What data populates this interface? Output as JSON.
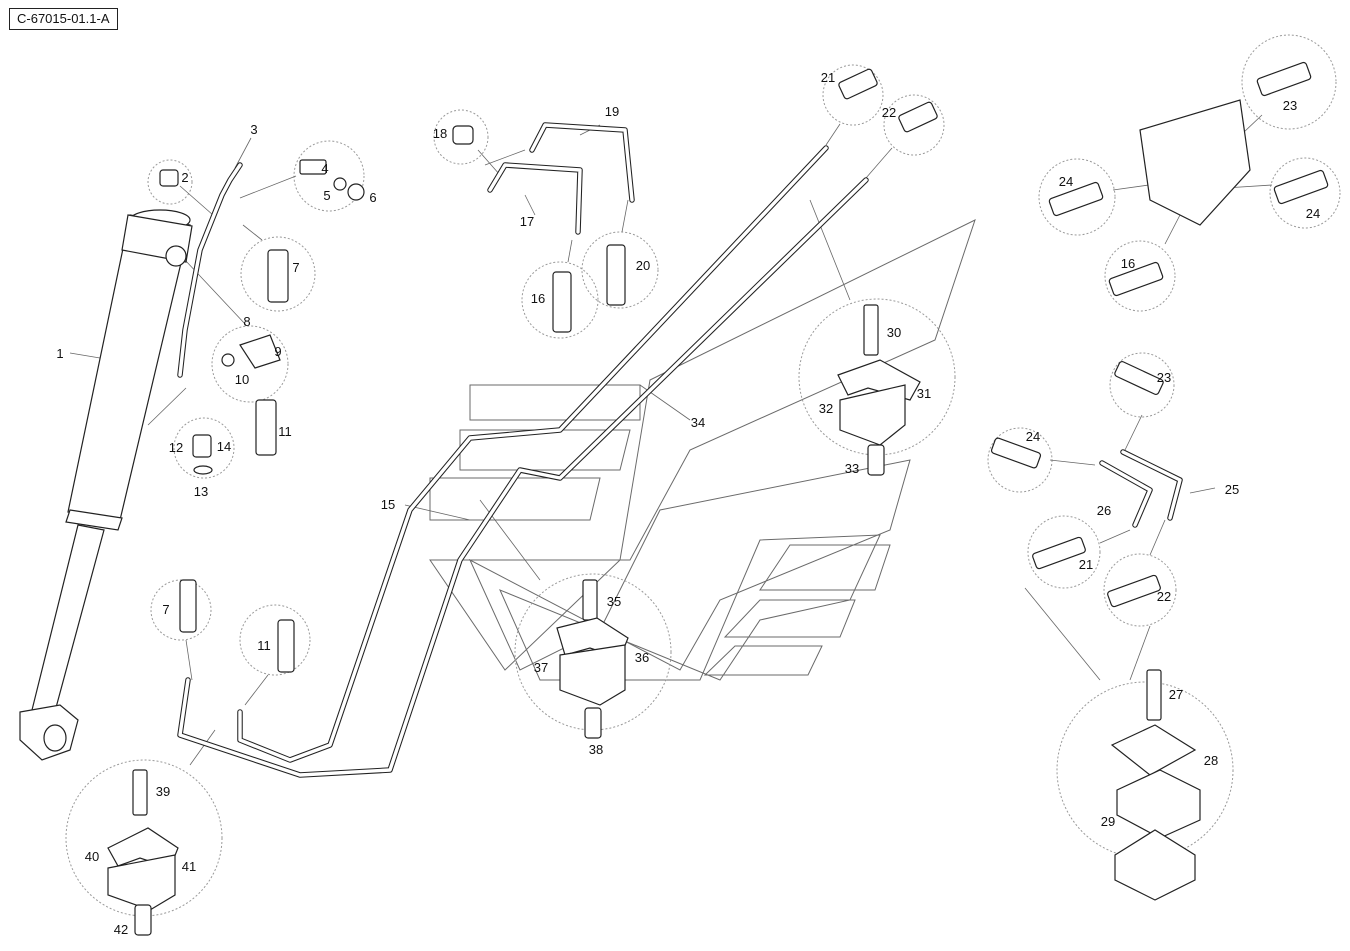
{
  "diagram_ref": "C-67015-01.1-A",
  "callouts": [
    {
      "n": "1"
    },
    {
      "n": "2"
    },
    {
      "n": "3"
    },
    {
      "n": "4"
    },
    {
      "n": "5"
    },
    {
      "n": "6"
    },
    {
      "n": "7"
    },
    {
      "n": "8"
    },
    {
      "n": "9"
    },
    {
      "n": "10"
    },
    {
      "n": "11"
    },
    {
      "n": "12"
    },
    {
      "n": "13"
    },
    {
      "n": "14"
    },
    {
      "n": "15"
    },
    {
      "n": "16"
    },
    {
      "n": "17"
    },
    {
      "n": "18"
    },
    {
      "n": "19"
    },
    {
      "n": "20"
    },
    {
      "n": "21"
    },
    {
      "n": "22"
    },
    {
      "n": "23"
    },
    {
      "n": "24"
    },
    {
      "n": "30"
    },
    {
      "n": "31"
    },
    {
      "n": "32"
    },
    {
      "n": "33"
    },
    {
      "n": "34"
    },
    {
      "n": "35"
    },
    {
      "n": "36"
    },
    {
      "n": "37"
    },
    {
      "n": "38"
    },
    {
      "n": "7"
    },
    {
      "n": "11"
    },
    {
      "n": "39"
    },
    {
      "n": "40"
    },
    {
      "n": "41"
    },
    {
      "n": "42"
    },
    {
      "n": "23"
    },
    {
      "n": "24"
    },
    {
      "n": "25"
    },
    {
      "n": "26"
    },
    {
      "n": "21"
    },
    {
      "n": "22"
    },
    {
      "n": "27"
    },
    {
      "n": "28"
    },
    {
      "n": "29"
    }
  ]
}
